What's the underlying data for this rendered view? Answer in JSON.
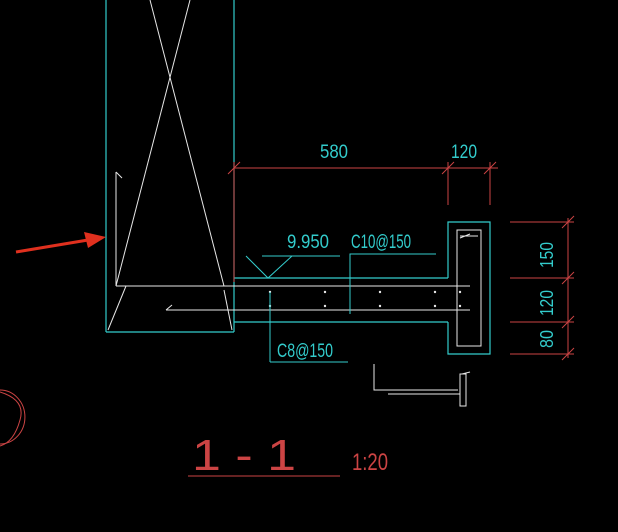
{
  "drawing": {
    "dimensions": {
      "top_width": "580",
      "top_right": "120",
      "right_top": "150",
      "right_mid": "120",
      "right_bottom": "80"
    },
    "elevation": "9.950",
    "rebar_top": "C10@150",
    "rebar_bottom": "C8@150",
    "section_title": "1 - 1",
    "scale": "1:20"
  },
  "colors": {
    "background": "#000000",
    "cyan": "#33cccc",
    "white": "#ffffff",
    "red": "#cc4444",
    "dim_text": "#33cccc",
    "arrow": "#e0301e"
  }
}
